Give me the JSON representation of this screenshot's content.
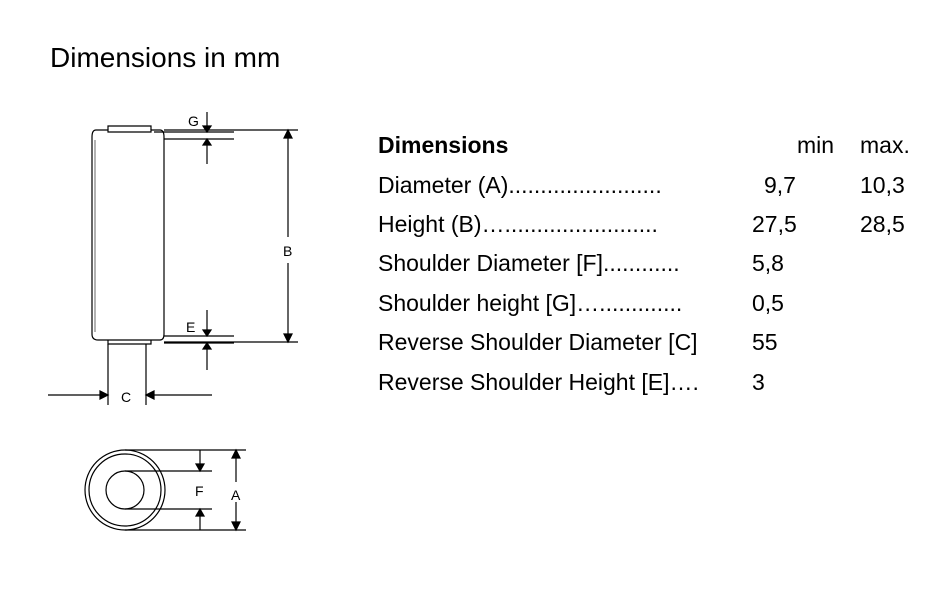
{
  "page_title": "Dimensions in mm",
  "diagram": {
    "label_g": "G",
    "label_b": "B",
    "label_e": "E",
    "label_c": "C",
    "label_f": "F",
    "label_a": "A"
  },
  "table": {
    "header": {
      "label": "Dimensions",
      "min": "min",
      "max": "max."
    },
    "rows": [
      {
        "label": "Diameter  (A)........................",
        "min": "9,7",
        "max": "10,3"
      },
      {
        "label": "Height  (B)…........................",
        "min": "27,5",
        "max": "28,5"
      },
      {
        "label": "Shoulder Diameter [F]............",
        "min": "5,8",
        "max": ""
      },
      {
        "label": "Shoulder height [G]….............",
        "min": "0,5",
        "max": ""
      },
      {
        "label": "Reverse Shoulder Diameter [C]",
        "min": "55",
        "max": ""
      },
      {
        "label": "Reverse Shoulder Height [E]….",
        "min": "3",
        "max": ""
      }
    ]
  }
}
